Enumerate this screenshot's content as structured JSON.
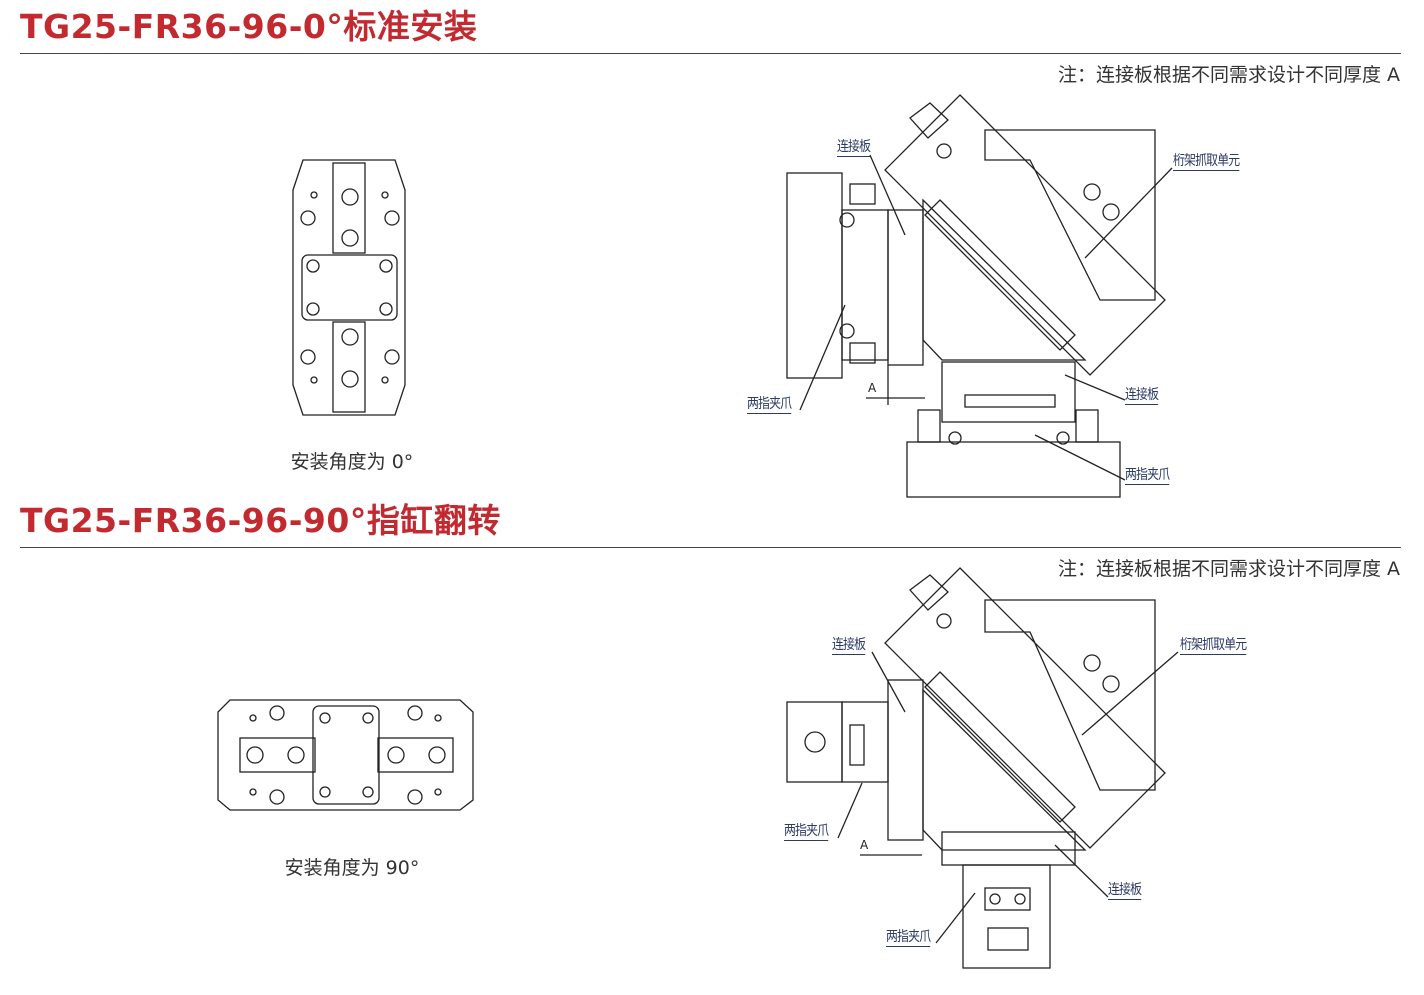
{
  "sections": [
    {
      "title": "TG25-FR36-96-0°标准安装",
      "note": "注：连接板根据不同需求设计不同厚度 A",
      "caption": "安装角度为 0°",
      "labels": {
        "plate_top": "连接板",
        "unit": "桁架抓取单元",
        "gripper_left": "两指夹爪",
        "dim": "A",
        "plate_bottom": "连接板",
        "gripper_bottom": "两指夹爪"
      }
    },
    {
      "title": "TG25-FR36-96-90°指缸翻转",
      "note": "注：连接板根据不同需求设计不同厚度 A",
      "caption": "安装角度为 90°",
      "labels": {
        "plate_top": "连接板",
        "unit": "桁架抓取单元",
        "gripper_left": "两指夹爪",
        "dim": "A",
        "plate_bottom": "连接板",
        "gripper_bottom": "两指夹爪"
      }
    }
  ],
  "colors": {
    "title": "#c22a30",
    "label": "#2c3a66"
  }
}
